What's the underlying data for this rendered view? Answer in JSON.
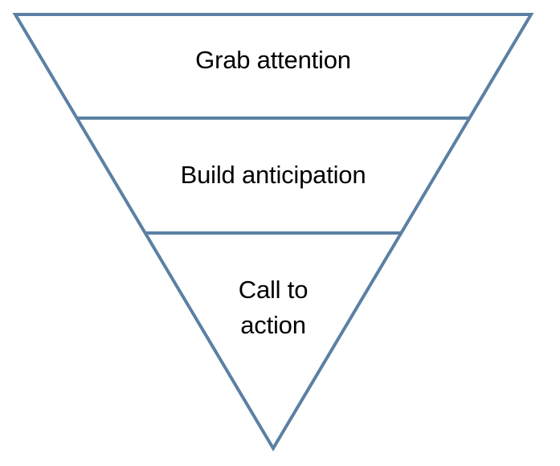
{
  "diagram": {
    "type": "inverted-funnel",
    "line_color": "#5b80a3",
    "stages": [
      {
        "label": "Grab attention"
      },
      {
        "label": "Build anticipation"
      },
      {
        "label": "Call to\naction"
      }
    ]
  }
}
